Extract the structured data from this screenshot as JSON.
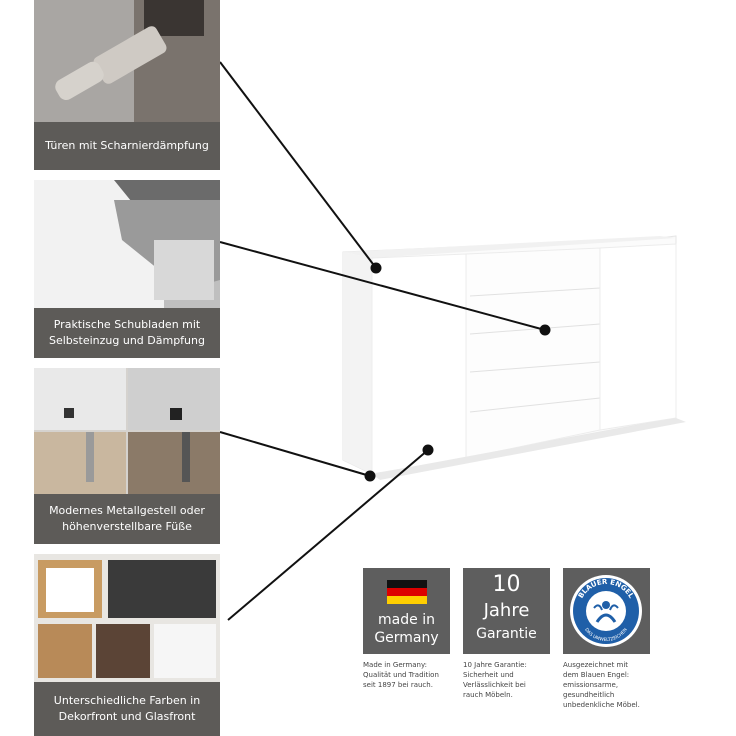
{
  "features": [
    {
      "caption": "Türen mit Scharnierdämpfung",
      "image": "door-hinge-damper"
    },
    {
      "caption": "Praktische Schubladen mit\nSelbsteinzug und Dämpfung",
      "image": "open-drawer"
    },
    {
      "caption": "Modernes Metallgestell oder\nhöhenverstellbare Füße",
      "image": "legs-and-feet"
    },
    {
      "caption": "Unterschiedliche Farben in\nDekorfront und Glasfront",
      "image": "color-variants"
    }
  ],
  "badges": [
    {
      "lines": [
        "made in",
        "Germany"
      ],
      "icon": "german-flag-icon",
      "description": "Made in Germany:\nQualität und Tradition\nseit 1897 bei rauch."
    },
    {
      "lines": [
        "10",
        "Jahre",
        "Garantie"
      ],
      "description": "10 Jahre Garantie:\nSicherheit und\nVerlässlichkeit bei\nrauch Möbeln."
    },
    {
      "arc_top": "BLAUER ENGEL",
      "arc_bottom": "DAS UMWELTZEICHEN",
      "icon": "blue-angel-icon",
      "description": "Ausgezeichnet mit\ndem Blauen Engel:\nemissionsarme,\ngesundheitlich\nunbedenkliche Möbel."
    }
  ],
  "colors": {
    "panel_bg": "#5d5b58",
    "badge_bg": "#5e5e5e",
    "angel_blue": "#1f5fa8",
    "flag_black": "#111111",
    "flag_red": "#dd0000",
    "flag_gold": "#ffce00"
  }
}
